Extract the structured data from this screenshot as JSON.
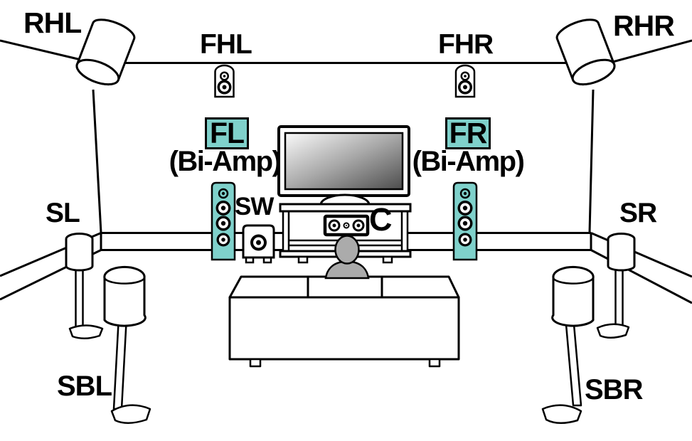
{
  "diagram": {
    "type": "speaker-layout",
    "background": "#ffffff",
    "colors": {
      "highlight": "#7FD1CB",
      "listener": "#ABABAB",
      "outline": "#000000"
    },
    "labels": {
      "rhl": "RHL",
      "fhl": "FHL",
      "fhr": "FHR",
      "rhr": "RHR",
      "fl": "FL",
      "fl_note": "(Bi-Amp)",
      "fr": "FR",
      "fr_note": "(Bi-Amp)",
      "sw": "SW",
      "c": "C",
      "sl": "SL",
      "sr": "SR",
      "sbl": "SBL",
      "sbr": "SBR"
    }
  }
}
